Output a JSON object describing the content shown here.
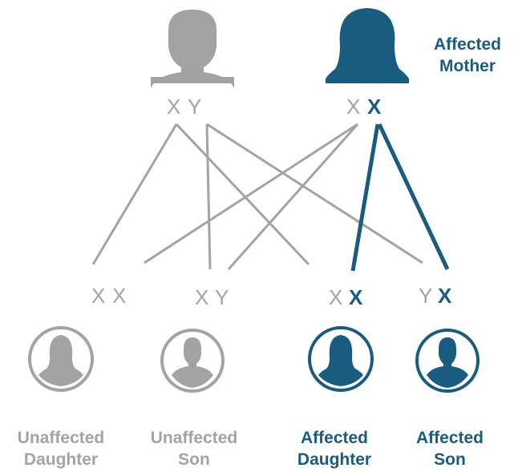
{
  "colors": {
    "unaffected": "#a3a3a3",
    "affected": "#1a5c7f"
  },
  "parents": {
    "father": {
      "icon": "male-silhouette-icon",
      "chromosomes": [
        "X",
        "Y"
      ]
    },
    "mother": {
      "icon": "female-silhouette-icon",
      "chromosomes": [
        "X",
        "X"
      ],
      "label_line1": "Affected",
      "label_line2": "Mother"
    }
  },
  "offspring": [
    {
      "chromosomes": [
        "X",
        "X"
      ],
      "icon": "female-circle-icon",
      "label_line1": "Unaffected",
      "label_line2": "Daughter",
      "affected": false
    },
    {
      "chromosomes": [
        "X",
        "Y"
      ],
      "icon": "male-circle-icon",
      "label_line1": "Unaffected",
      "label_line2": "Son",
      "affected": false
    },
    {
      "chromosomes": [
        "X",
        "X"
      ],
      "icon": "female-circle-icon",
      "label_line1": "Affected",
      "label_line2": "Daughter",
      "affected": true
    },
    {
      "chromosomes": [
        "Y",
        "X"
      ],
      "icon": "male-circle-icon",
      "label_line1": "Affected",
      "label_line2": "Son",
      "affected": true
    }
  ]
}
